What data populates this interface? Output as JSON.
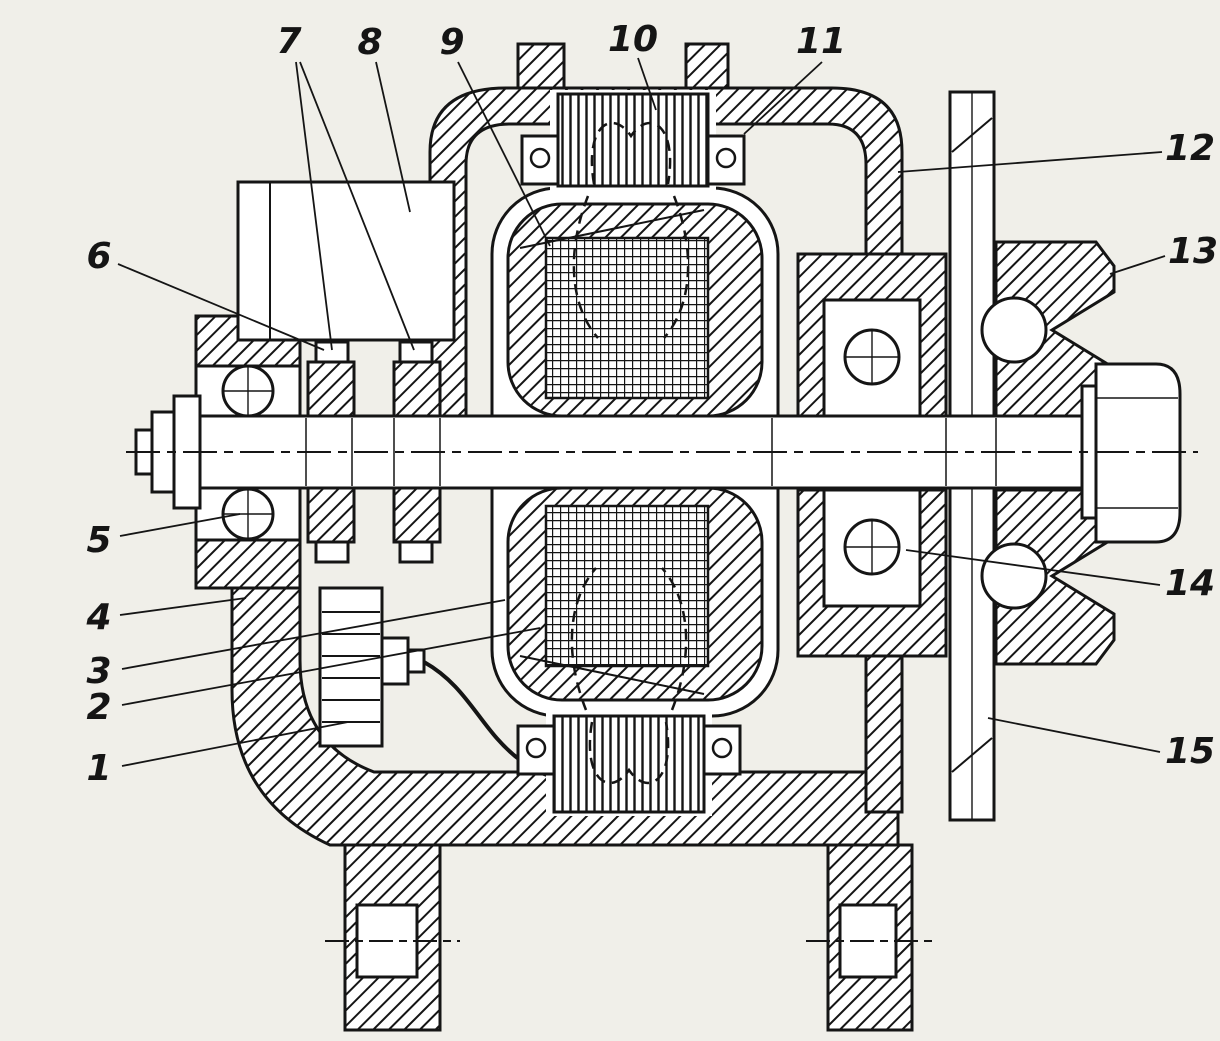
{
  "figure": {
    "callouts": [
      {
        "number": "1"
      },
      {
        "number": "2"
      },
      {
        "number": "3"
      },
      {
        "number": "4"
      },
      {
        "number": "5"
      },
      {
        "number": "6"
      },
      {
        "number": "7"
      },
      {
        "number": "8"
      },
      {
        "number": "9"
      },
      {
        "number": "10"
      },
      {
        "number": "11"
      },
      {
        "number": "12"
      },
      {
        "number": "13"
      },
      {
        "number": "14"
      },
      {
        "number": "15"
      }
    ],
    "colors": {
      "ink": "#151515",
      "paper": "#f0efe9"
    }
  }
}
